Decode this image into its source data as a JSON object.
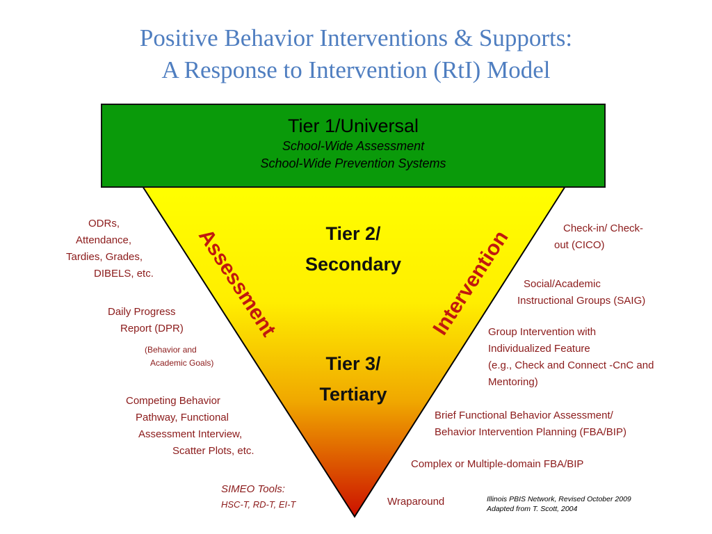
{
  "title": {
    "line1": "Positive Behavior Interventions & Supports:",
    "line2": "A Response to Intervention (RtI) Model"
  },
  "tiers": {
    "tier1": {
      "name": "Tier 1/Universal",
      "sub1": "School-Wide Assessment",
      "sub2": "School-Wide Prevention Systems"
    },
    "tier2": {
      "line1": "Tier 2/",
      "line2": "Secondary"
    },
    "tier3": {
      "line1": "Tier 3/",
      "line2": "Tertiary"
    }
  },
  "side_labels": {
    "left": "Assessment",
    "right": "Intervention"
  },
  "assessment_items": {
    "odrs": [
      "ODRs,",
      "Attendance,",
      "Tardies, Grades,",
      "DIBELS, etc."
    ],
    "dpr": [
      "Daily Progress",
      "Report (DPR)"
    ],
    "dpr_note": [
      "(Behavior and",
      "Academic Goals)"
    ],
    "competing": [
      "Competing Behavior",
      "Pathway, Functional",
      "Assessment Interview,",
      "Scatter Plots, etc."
    ],
    "simeo": [
      "SIMEO Tools:",
      "HSC-T, RD-T, EI-T"
    ]
  },
  "intervention_items": {
    "cico": [
      "Check-in/ Check-",
      "out (CICO)"
    ],
    "saig": [
      "Social/Academic",
      "Instructional Groups (SAIG)"
    ],
    "group": [
      "Group Intervention with",
      "Individualized Feature",
      "(e.g., Check and Connect -CnC and",
      "Mentoring)"
    ],
    "fba": [
      "Brief Functional Behavior Assessment/",
      "Behavior Intervention Planning (FBA/BIP)"
    ],
    "complex": "Complex or Multiple-domain FBA/BIP",
    "wrap": "Wraparound"
  },
  "credit": [
    "Illinois PBIS Network, Revised October  2009",
    "Adapted from T. Scott, 2004"
  ],
  "colors": {
    "title": "#4f7ec0",
    "tier1_fill": "#0a9a0a",
    "triangle_top": "#ffff00",
    "triangle_bottom": "#cc1100",
    "side_label": "#c0180f",
    "note_text": "#8b1a1a"
  }
}
